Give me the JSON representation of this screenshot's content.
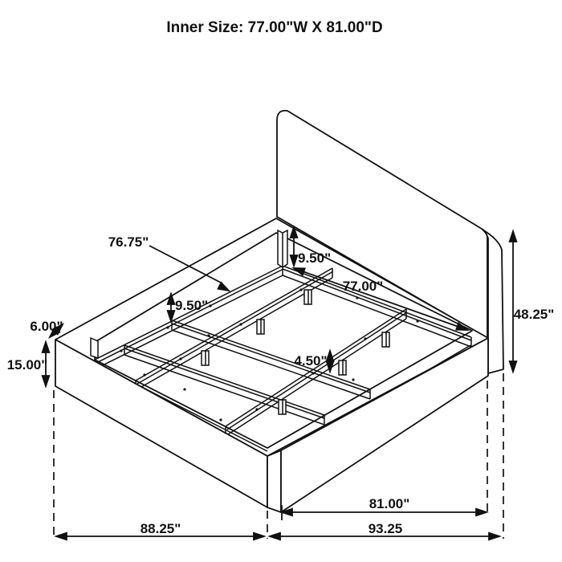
{
  "title": "Inner Size: 77.00\"W X 81.00\"D",
  "dimensions": {
    "slat_length": "76.75\"",
    "side_rail_depth": "9.50\"",
    "headboard_inset_depth": "9.50\"",
    "inner_width": "77.00\"",
    "rail_thickness": "6.00\"",
    "base_height": "15.00\"",
    "leg_height": "4.50\"",
    "headboard_height": "48.25\"",
    "inner_depth": "81.00\"",
    "outer_width": "88.25\"",
    "outer_depth": "93.25"
  },
  "colors": {
    "line": "#111111",
    "background": "#ffffff"
  }
}
